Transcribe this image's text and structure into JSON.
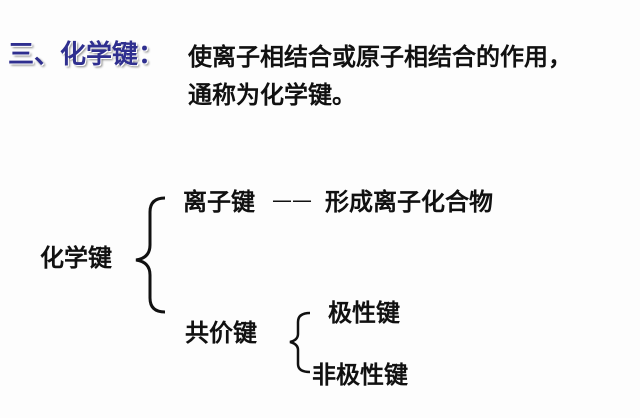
{
  "heading": {
    "label": "三、化学键：",
    "line1": "使离子相结合或原子相结合的作用，",
    "line2": "通称为化学键。"
  },
  "diagram": {
    "root": "化学键",
    "ionic": "离子键",
    "dash": "——",
    "ionic_desc": "形成离子化合物",
    "covalent": "共价键",
    "polar": "极性键",
    "nonpolar": "非极性键"
  }
}
